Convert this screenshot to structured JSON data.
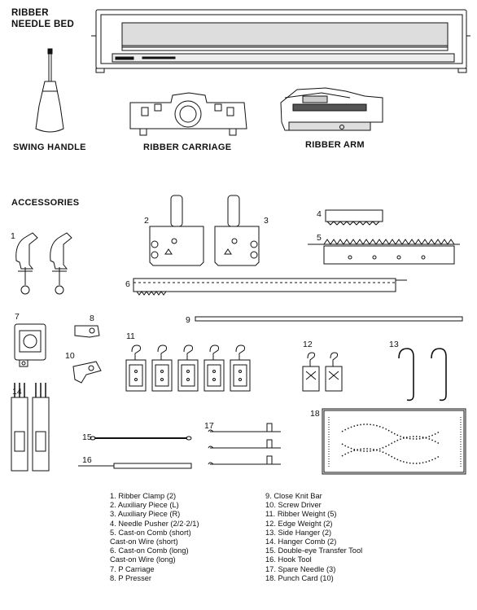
{
  "headings": {
    "ribber_needle_bed": [
      "RIBBER",
      "NEEDLE BED"
    ],
    "swing_handle": "SWING HANDLE",
    "ribber_carriage": "RIBBER CARRIAGE",
    "ribber_arm": "RIBBER ARM",
    "accessories": "ACCESSORIES"
  },
  "callouts": [
    "1",
    "2",
    "3",
    "4",
    "5",
    "6",
    "7",
    "8",
    "9",
    "10",
    "11",
    "12",
    "13",
    "14",
    "15",
    "16",
    "17",
    "18"
  ],
  "legend_left": [
    "1.  Ribber Clamp (2)",
    "2.  Auxiliary Piece (L)",
    "3.  Auxiliary Piece (R)",
    "4.  Needle Pusher (2/2·2/1)",
    "5.  Cast-on Comb (short)",
    "      Cast-on Wire (short)",
    "6.  Cast-on Comb (long)",
    "      Cast-on Wire (long)",
    "7.  P Carriage",
    "8.  P Presser"
  ],
  "legend_right": [
    "9. Close Knit Bar",
    "10. Screw Driver",
    "11. Ribber Weight (5)",
    "12. Edge Weight (2)",
    "13. Side Hanger (2)",
    "14. Hanger Comb (2)",
    "15. Double-eye Transfer Tool",
    "16. Hook Tool",
    "17. Spare Needle (3)",
    "18. Punch Card (10)"
  ]
}
